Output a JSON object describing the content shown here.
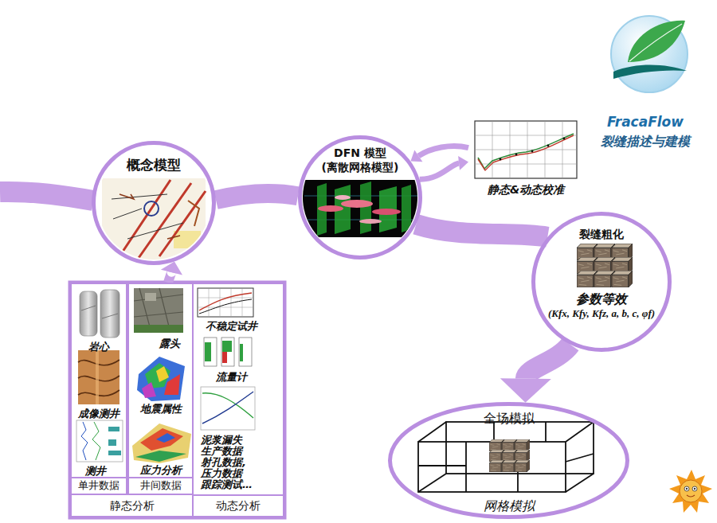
{
  "diagram": {
    "nodes": [
      {
        "text": [
          "概念模型"
        ]
      },
      {
        "text": [
          "DFN 模型 (离散网格模型)"
        ]
      },
      {
        "text": [
          "静态&动态校准"
        ]
      },
      {
        "text": [
          "裂缝粗化",
          "参数等效",
          "(Kfx, Kfy, Kfz, a, b, c, φf)"
        ]
      },
      {
        "text": [
          "全场模拟",
          "网格模拟"
        ]
      },
      {
        "text": [
          "静态分析"
        ]
      },
      {
        "text": [
          "单井数据"
        ],
        "in": 5
      },
      {
        "text": [
          "井间数据"
        ],
        "in": 5
      },
      {
        "text": [
          "动态分析"
        ]
      }
    ],
    "edges": [
      {
        "from": 0,
        "to": 1,
        "arrow": "none"
      },
      {
        "from": 1,
        "to": 3,
        "arrow": "none"
      },
      {
        "from": 3,
        "to": 4,
        "arrow": "to"
      },
      {
        "from": 5,
        "to": 0,
        "arrow": "to"
      },
      {
        "from": 1,
        "to": 2,
        "arrow": "to"
      },
      {
        "from": 2,
        "to": 1,
        "arrow": "to"
      }
    ],
    "labels": [
      "FracaFlow",
      "裂缝描述与建模",
      "岩心",
      "露头",
      "不稳定试井",
      "成像测井",
      "地震属性",
      "流量计",
      "测井",
      "应力分析",
      "泥浆漏失 生产数据 射孔数据, 压力数据 跟踪测试…"
    ]
  }
}
